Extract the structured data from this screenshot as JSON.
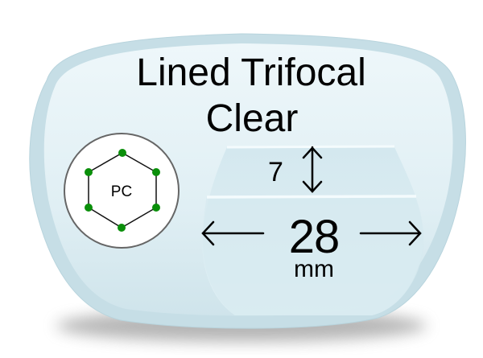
{
  "lens": {
    "title_line1": "Lined Trifocal",
    "title_line2": "Clear",
    "material_badge": {
      "label": "PC",
      "icon": "hexagon-molecule-icon",
      "node_color": "#0a8f0a"
    },
    "segment": {
      "intermediate_height": "7",
      "width": "28",
      "unit": "mm"
    },
    "colors": {
      "lens_fill": "#e2f0f5",
      "lens_rim": "#c4dde5",
      "segment_fill": "#d8ebf1",
      "ledge_line": "#f2fafc"
    }
  }
}
